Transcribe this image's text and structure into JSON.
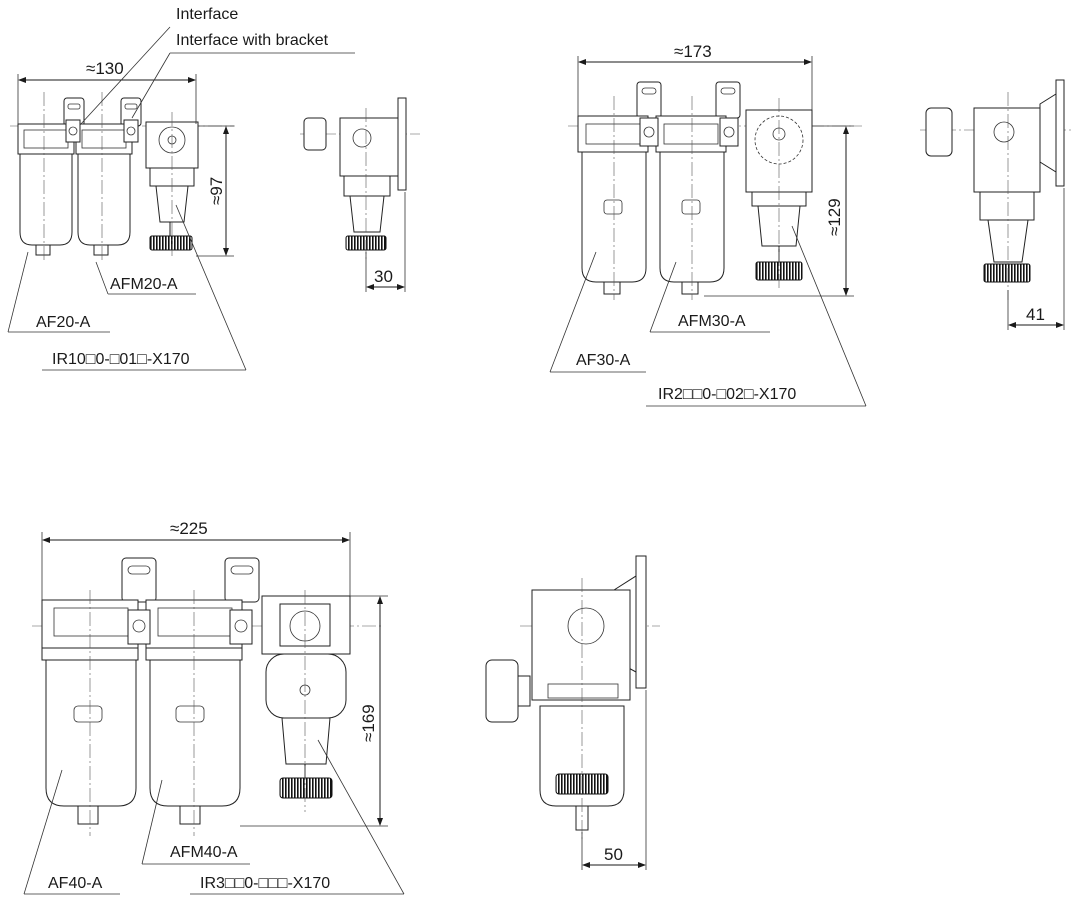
{
  "callouts": {
    "interface": "Interface",
    "interface_with_bracket": "Interface with bracket"
  },
  "unit_small": {
    "width_dim": "≈130",
    "height_dim": "≈97",
    "side_depth_dim": "30",
    "filter_model": "AF20-A",
    "mist_model": "AFM20-A",
    "regulator_model": "IR10□0-□01□-X170"
  },
  "unit_medium": {
    "width_dim": "≈173",
    "height_dim": "≈129",
    "side_depth_dim": "41",
    "filter_model": "AF30-A",
    "mist_model": "AFM30-A",
    "regulator_model": "IR2□□0-□02□-X170"
  },
  "unit_large": {
    "width_dim": "≈225",
    "height_dim": "≈169",
    "side_depth_dim": "50",
    "filter_model": "AF40-A",
    "mist_model": "AFM40-A",
    "regulator_model": "IR3□□0-□□□-X170"
  }
}
